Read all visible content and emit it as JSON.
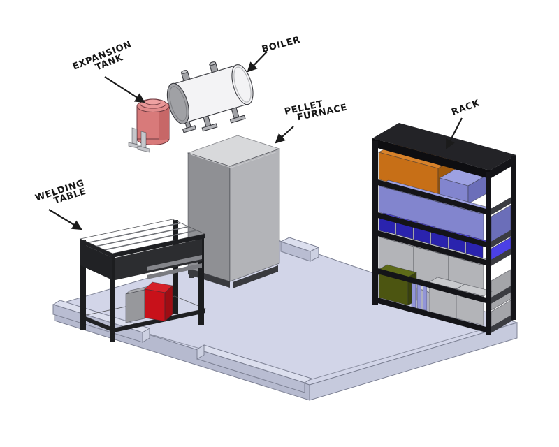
{
  "scene": {
    "labels": {
      "expansion_tank": {
        "line1": "EXPANSION",
        "line2": "TANK"
      },
      "boiler": {
        "line1": "BOILER"
      },
      "pellet_furnace": {
        "line1": "PELLET",
        "line2": "FURNACE"
      },
      "rack": {
        "line1": "RACK"
      },
      "welding_table": {
        "line1": "WELDING",
        "line2": "TABLE"
      }
    },
    "palette": {
      "bg": "#ffffff",
      "ink": "#1b1b1b",
      "floor_top": "#d2d5e8",
      "floor_side_l": "#b6bacf",
      "floor_side_r": "#c6cadd",
      "curb_top": "#dcdfee",
      "curb_front": "#b9bdd2",
      "curb_end": "#cdd1e2",
      "tank_body": "#d87a7a",
      "tank_shade": "#c76767",
      "tank_top": "#e28b8b",
      "tank_dome": "#e99797",
      "tank_cap": "#efa2a2",
      "bracket": "#c6c7cb",
      "boiler_body": "#f3f3f5",
      "boiler_cap": "#a0a1a5",
      "furn_left": "#8f9094",
      "furn_right": "#b3b4b8",
      "furn_top": "#d8d9db",
      "furn_base": "#393a3e",
      "frame": "#141418",
      "frame_top": "#232327",
      "frame_face": "#0e0e11",
      "shelf_side": "#3b3c41",
      "orange_f": "#c76f17",
      "orange_t": "#d8822a",
      "orange_s": "#a05a0e",
      "peri_f": "#8285ce",
      "peri_t": "#9da1e2",
      "peri_s": "#6b6eb9",
      "bin_f": "#2a23ae",
      "bin_t": "#4d44d4",
      "bin_end": "#4b40e6",
      "grayb_f": "#b3b4b8",
      "grayb_t": "#c9cacd",
      "grayb_s": "#a4a5a9",
      "olive_f": "#4c5511",
      "olive_t": "#5d6a18",
      "olive_s": "#3a420c",
      "sheet": "#9295d8",
      "table_top": "#3d3e42",
      "table_front": "#2c2d30",
      "table_left": "#212225",
      "table_edge": "#1e1f22",
      "table_rail": "#84858a",
      "table_rail2": "#7a7b80",
      "table_leg": "#1c1d1f",
      "table_shelf": "#26272a",
      "ubox_gray": "#97989c",
      "ubox_gray_t": "#aaabaf",
      "red_f": "#c8111a",
      "red_t": "#d62129",
      "red_s": "#9e0d14"
    }
  }
}
